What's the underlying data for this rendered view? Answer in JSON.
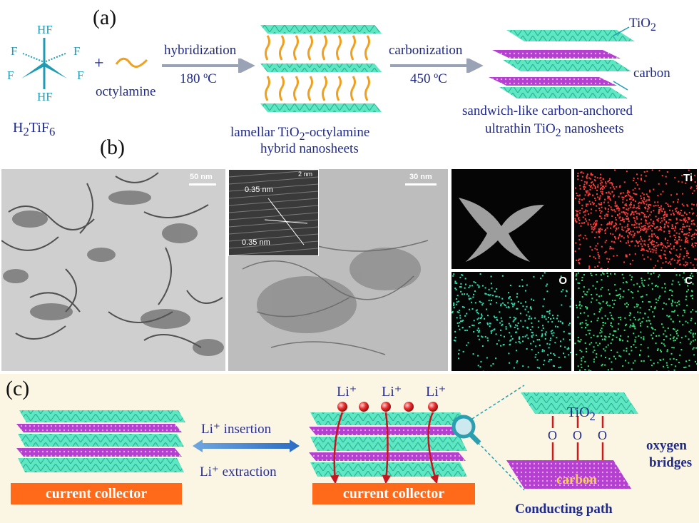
{
  "panel_a": {
    "label": "(a)",
    "molecule_formula_text": [
      "H",
      "2",
      "TiF",
      "6"
    ],
    "hf_label": "HF",
    "f_label": "F",
    "plus": "+",
    "octylamine": "octylamine",
    "arrow1_top": "hybridization",
    "arrow1_bottom": "180 ºC",
    "arrow2_top": "carbonization",
    "arrow2_bottom": "450 ºC",
    "hybrid_caption_line1": [
      "lamellar TiO",
      "2",
      "-octylamine"
    ],
    "hybrid_caption_line2": "hybrid nanosheets",
    "product_caption_line1": "sandwich-like carbon-anchored",
    "product_caption_line2": [
      "ultrathin TiO",
      "2",
      " nanosheets"
    ],
    "tio2_label": [
      "TiO",
      "2"
    ],
    "carbon_label": "carbon"
  },
  "panel_b": {
    "label": "(b)",
    "scale_1": "50 nm",
    "scale_2": "30 nm",
    "scale_inset": "2 nm",
    "d_spacing_1": "0.35 nm",
    "d_spacing_2": "0.35 nm",
    "map_ti": "Ti",
    "map_o": "O",
    "map_c": "C"
  },
  "panel_c": {
    "label": "(c)",
    "insertion": "Li⁺ insertion",
    "extraction": "Li⁺ extraction",
    "current_collector": "current collector",
    "li_ion": "Li⁺",
    "tio2": [
      "TiO",
      "2"
    ],
    "o_atom": "O",
    "carbon": "carbon",
    "oxygen_bridges_1": "oxygen",
    "oxygen_bridges_2": "bridges",
    "conducting_path": "Conducting path"
  },
  "colors": {
    "tio2_sheet": "#5fe8c4",
    "carbon_sheet": "#b23cc8",
    "octylamine": "#f0a020",
    "current_collector": "#ff6a1a",
    "text_navy": "#1f2a8c",
    "arrow_gray": "#9aa3b5",
    "panel_c_bg": "#fbf6e4"
  }
}
